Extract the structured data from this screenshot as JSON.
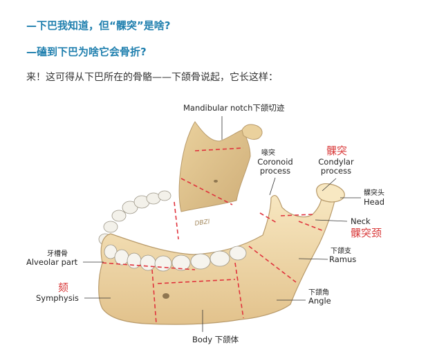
{
  "headings": [
    "—下巴我知道，但“髁突”是啥?",
    "—磕到下巴为啥它会骨折?"
  ],
  "intro": "来！这可得从下巴所在的骨骼——下颌骨说起，它长这样：",
  "figure": {
    "labels": {
      "mandibular_notch": "Mandibular notch下颌切迹",
      "coronoid_cn": "喙突",
      "coronoid_en1": "Coronoid",
      "coronoid_en2": "process",
      "condylar_red": "髁突",
      "condylar_en1": "Condylar",
      "condylar_en2": "process",
      "head_cn": "髁突头",
      "head_en": "Head",
      "neck_en": "Neck",
      "neck_red": "髁突颈",
      "ramus_cn": "下颌支",
      "ramus_en": "Ramus",
      "alveolar_cn": "牙槽骨",
      "alveolar_en": "Alveolar part",
      "symphysis_red": "颏",
      "symphysis_en": "Symphysis",
      "angle_cn": "下颌角",
      "angle_en": "Angle",
      "body": "Body 下颌体",
      "signature": "DBZI"
    },
    "colors": {
      "bone_light": "#f6e3b8",
      "bone_dark": "#d9b985",
      "fracture_lines": "#e0323c",
      "red_labels": "#d93a3a",
      "heading": "#1f7fae"
    }
  }
}
